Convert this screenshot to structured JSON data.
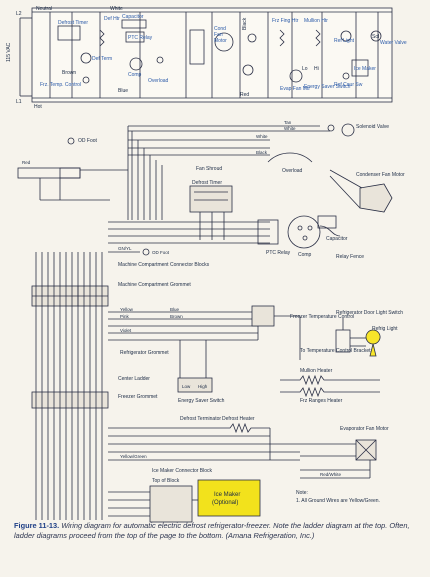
{
  "ladder": {
    "nodes": {
      "l2": "L2",
      "l1": "L1",
      "neutral": "Neutral",
      "hot": "Hot",
      "white": "White",
      "vac": "115 VAC",
      "def_timer": "Defrost Timer",
      "frz_temp": "Frz. Temp. Control",
      "brown": "Brown",
      "blue": "Blue",
      "def_term": "Def Term",
      "def_htr": "Def Htr",
      "capacitor": "Capacitor",
      "ptc_relay": "PTC Relay",
      "comp": "Comp",
      "overload": "Overload",
      "cond_fan": "Cond Fan Motor",
      "cond_fan_line1": "Cond",
      "cond_fan_line2": "Fan",
      "cond_fan_line3": "Motor",
      "red": "Red",
      "black": "Black",
      "frz_fing_htr": "Frz Fing Htr",
      "mullion_htr": "Mullion Htr",
      "evap_fan": "Evap Fan Mtr",
      "energy_saver": "Energy Saver Switch",
      "lo": "Lo",
      "hi": "Hi",
      "ref_light": "Ref Light",
      "ref_cour_sw": "Ref Cour Sw",
      "ice_maker": "Ice Maker",
      "water_valve": "Water Valve",
      "sol": "Sol"
    }
  },
  "schematic": {
    "labels": {
      "tan": "Tan",
      "white": "White",
      "black": "Black",
      "white2": "White",
      "solenoid_valve": "Solenoid Valve",
      "od_foot": "OD Foot",
      "od_foot2": "OD Foot",
      "red": "Red",
      "fan_shroud": "Fan Shroud",
      "defrost_timer": "Defrost Timer",
      "overload": "Overload",
      "condenser_fan_motor": "Condenser Fan Motor",
      "capacitor": "Capacitor",
      "ptc_relay": "PTC Relay",
      "comp": "Comp",
      "relay_fence": "Relay Fence",
      "gnyl": "GN/YL",
      "machine_block": "Machine Compartment Connector Blocks",
      "machine_grommet": "Machine Compartment Grommet",
      "yellow": "Yellow",
      "pink": "Pink",
      "violet": "Violet",
      "blue": "Blue",
      "brown": "Brown",
      "refrigerator_grommet": "Refrigerator Grommet",
      "freezer_temp_control": "Freezer Temperature Control",
      "to_temp_control_bracket": "To Temperature Control Bracket",
      "ref_door_switch": "Refrigerator Door Light Switch",
      "ref_light": "Refrig Light",
      "mullion_heater": "Mullion Heater",
      "fin_ranges_heater": "Frz Ranges Heater",
      "center_ladder": "Center Ladder",
      "freezer_grommet": "Freezer Grommet",
      "low": "Low",
      "high": "High",
      "energy_saver_switch": "Energy Saver Switch",
      "defrost_terminator": "Defrost Terminator",
      "defrost_heater": "Defrost Heater",
      "evaporator_fan_motor": "Evaporator Fan Motor",
      "yellow_green": "Yellow/Green",
      "red_white": "Red/White",
      "ice_maker_block": "Ice Maker Connector Block",
      "top_of_block": "Top of Block",
      "ice_maker": "Ice Maker (Optional)",
      "ice_maker_line1": "Ice Maker",
      "ice_maker_line2": "(Optional)",
      "note_title": "Note:",
      "note_text": "1. All Ground Wires are Yellow/Green."
    }
  },
  "caption": {
    "fig": "Figure 11-13.",
    "text": "Wiring diagram for automatic electric defrost refrigerator-freezer. Note the ladder diagram at the top. Often, ladder diagrams proceed from the top of the page to the bottom. (Amana Refrigeration, Inc.)"
  },
  "colors": {
    "wire": "#2a2f45",
    "ink_blue": "#2b5aa8",
    "ice_maker_fill": "#f2e21c",
    "light_yellow": "#f7e52a",
    "background": "#f6f3ec"
  }
}
